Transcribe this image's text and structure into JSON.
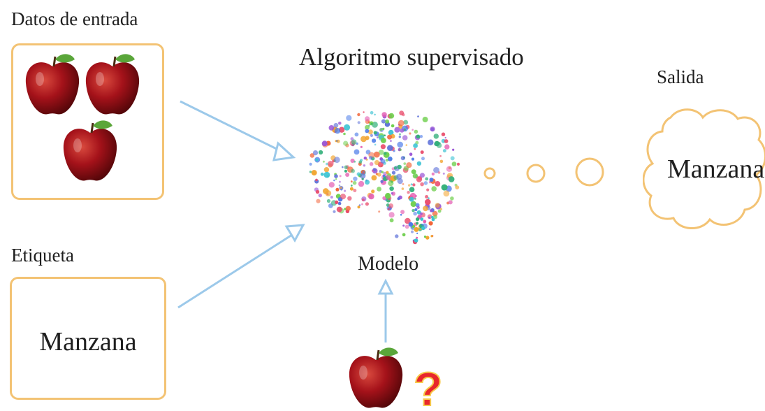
{
  "input": {
    "label": "Datos de entrada"
  },
  "algorithm": {
    "title": "Algoritmo supervisado"
  },
  "output": {
    "label": "Salida",
    "value": "Manzana"
  },
  "tag": {
    "label": "Etiqueta",
    "value": "Manzana"
  },
  "model": {
    "label": "Modelo"
  },
  "query": {
    "symbol": "?"
  },
  "colors": {
    "box_border": "#f3c374",
    "arrow": "#9cc9ea",
    "apple": "#8f0d10",
    "leaf": "#5aa63a",
    "question": "#e8272b",
    "question_outline": "#f7c94a"
  }
}
